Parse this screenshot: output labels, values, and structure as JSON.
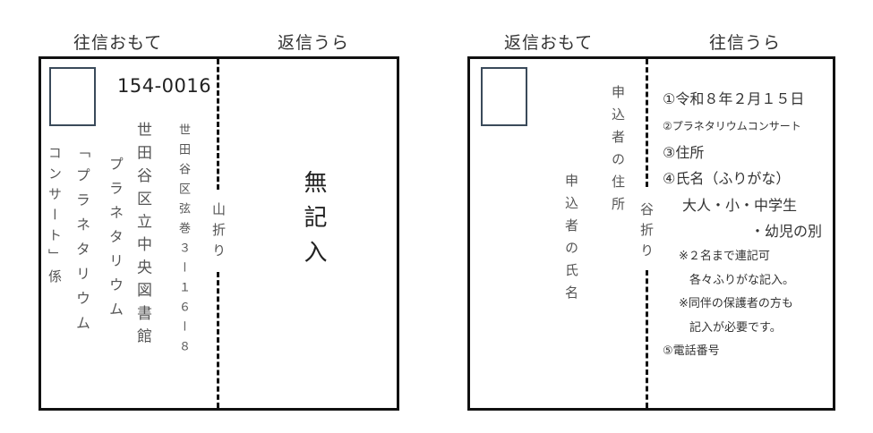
{
  "card1": {
    "header_left": "往信おもて",
    "header_right": "返信うら",
    "postal_code": "154-0016",
    "address": "世田谷区弦巻３ー１６ー８",
    "recipient_org": "世田谷区立中央図書館",
    "recipient_dept": "プラネタリウム",
    "recipient_name": "「プラネタリウム",
    "recipient_name2": "コンサート」係",
    "fold_label_a": "山",
    "fold_label_b": "折り",
    "blank_note": "無記入"
  },
  "card2": {
    "header_left": "返信おもて",
    "header_right": "往信うら",
    "sender_address": "申込者の住所",
    "sender_name": "申込者の氏名",
    "fold_label_a": "谷",
    "fold_label_b": "折り",
    "items": [
      "①令和８年２月１５日",
      "②プラネタリウムコンサート",
      "③住所",
      "④氏名（ふりがな）",
      "大人・小・中学生",
      "・幼児の別",
      "※２名まで連記可",
      "各々ふりがな記入。",
      "※同伴の保護者の方も",
      "記入が必要です。",
      "⑤電話番号"
    ]
  }
}
